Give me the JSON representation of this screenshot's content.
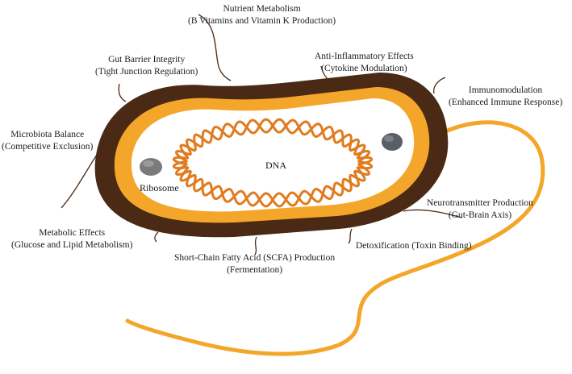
{
  "cell": {
    "dna_label": "DNA",
    "ribosome_label": "Ribosome"
  },
  "labels": {
    "nutrient": {
      "line1": "Nutrient Metabolism",
      "line2": "(B Vitamins and Vitamin K Production)"
    },
    "gut_barrier": {
      "line1": "Gut Barrier Integrity",
      "line2": "(Tight Junction Regulation)"
    },
    "anti_inflammatory": {
      "line1": "Anti-Inflammatory Effects",
      "line2": "(Cytokine Modulation)"
    },
    "immunomodulation": {
      "line1": "Immunomodulation",
      "line2": "(Enhanced Immune Response)"
    },
    "microbiota": {
      "line1": "Microbiota Balance",
      "line2": "(Competitive Exclusion)"
    },
    "neurotransmitter": {
      "line1": "Neurotransmitter Production",
      "line2": "(Gut-Brain Axis)"
    },
    "metabolic": {
      "line1": "Metabolic Effects",
      "line2": "(Glucose and Lipid Metabolism)"
    },
    "scfa": {
      "line1": "Short-Chain Fatty Acid (SCFA) Production",
      "line2": "(Fermentation)"
    },
    "detox": {
      "line1": "Detoxification (Toxin Binding)"
    }
  },
  "colors": {
    "outer_wall": "#4a2a14",
    "membrane": "#f4a62a",
    "flagellum": "#f4a62a",
    "dna": "#e07b1f",
    "ribosome": "#7a7a7a",
    "pili": "#4a2a14"
  }
}
